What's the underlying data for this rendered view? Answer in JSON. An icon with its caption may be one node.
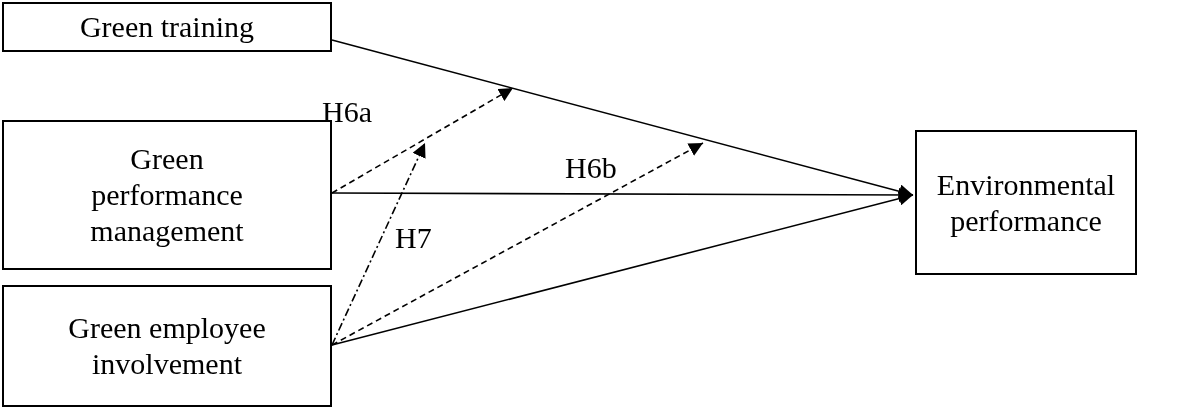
{
  "diagram": {
    "nodes": [
      {
        "text": [
          "Green training"
        ]
      },
      {
        "text": [
          "Green performance management"
        ]
      },
      {
        "text": [
          "Green employee involvement"
        ]
      },
      {
        "text": [
          "Environmental performance"
        ]
      }
    ],
    "edges": [
      {
        "from": 0,
        "to": 3,
        "arrow": "to"
      },
      {
        "from": 1,
        "to": 3,
        "arrow": "to"
      },
      {
        "from": 2,
        "to": 3,
        "arrow": "to"
      },
      {
        "from": 1,
        "to": null,
        "arrow": "to",
        "label": "H6a",
        "style": "dashed"
      },
      {
        "from": 2,
        "to": null,
        "arrow": "to",
        "label": "H6b",
        "style": "dashed"
      },
      {
        "from": 2,
        "to": null,
        "arrow": "to",
        "label": "H7",
        "style": "dashed"
      }
    ]
  }
}
